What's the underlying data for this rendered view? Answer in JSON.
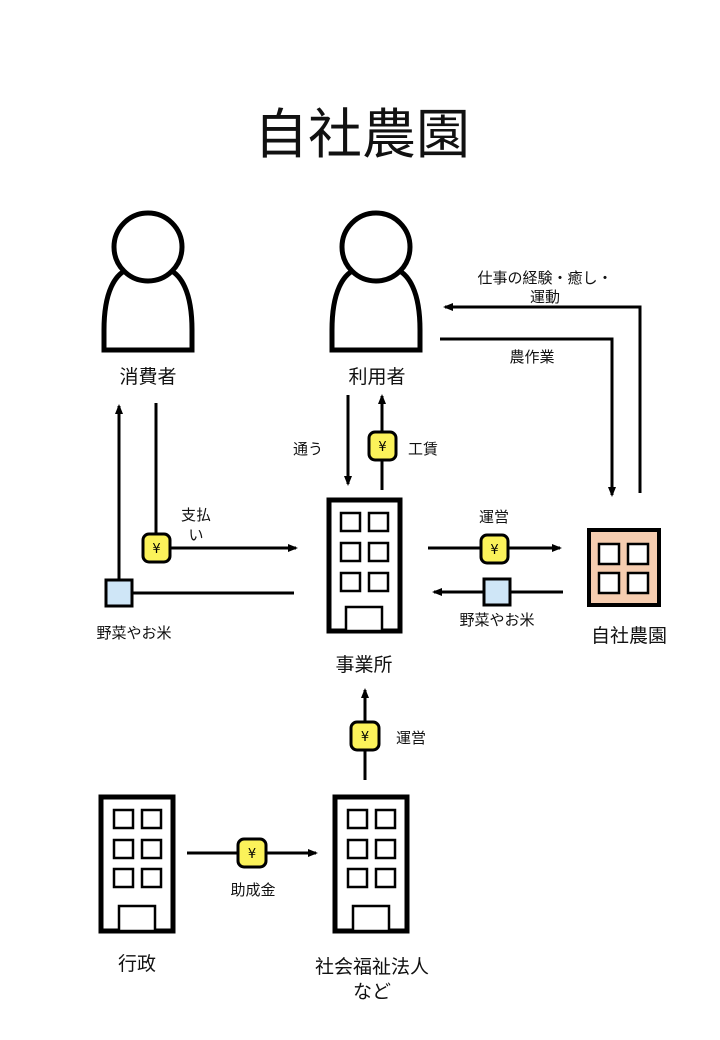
{
  "title": "自社農園",
  "colors": {
    "money": "#fbf25a",
    "goods": "#cfe6f7",
    "farm": "#f6cdb0",
    "line": "#000000"
  },
  "icons": {
    "money": "yen-icon",
    "goods": "produce-box-icon"
  },
  "nodes": {
    "consumer": "消費者",
    "user": "利用者",
    "office": "事業所",
    "farm": "自社農園",
    "government": "行政",
    "welfare_line1": "社会福祉法人",
    "welfare_line2": "など"
  },
  "flows": {
    "experience_line1": "仕事の経験・癒し・",
    "experience_line2": "運動",
    "farm_work": "農作業",
    "commute": "通う",
    "wages": "工賃",
    "payment_line1": "支払",
    "payment_line2": "い",
    "produce_left": "野菜やお米",
    "operation_farm": "運営",
    "produce_right": "野菜やお米",
    "operation_office": "運営",
    "subsidy": "助成金",
    "yen_symbol": "¥"
  }
}
